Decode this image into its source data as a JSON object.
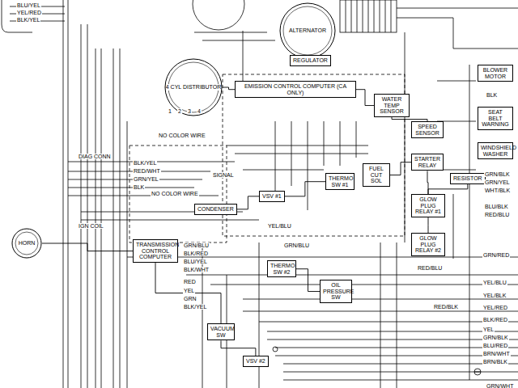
{
  "diagram": {
    "nodes": [
      {
        "text": [
          "ALTERNATOR"
        ]
      },
      {
        "text": [
          "REGULATOR"
        ]
      },
      {
        "text": [
          "4 CYL DISTRIBUTOR"
        ]
      },
      {
        "text": [
          "EMISSION CONTROL COMPUTER (CA ONLY)"
        ]
      },
      {
        "text": [
          "WATER TEMP SENSOR"
        ]
      },
      {
        "text": [
          "SPEED SENSOR"
        ]
      },
      {
        "text": [
          "STARTER RELAY"
        ]
      },
      {
        "text": [
          "GLOW PLUG RELAY #1"
        ]
      },
      {
        "text": [
          "GLOW PLUG RELAY #2"
        ]
      },
      {
        "text": [
          "RESISTOR"
        ]
      },
      {
        "text": [
          "BLOWER MOTOR"
        ]
      },
      {
        "text": [
          "SEAT BELT WARNING"
        ]
      },
      {
        "text": [
          "WINDSHIELD WASHER"
        ]
      },
      {
        "text": [
          "HORN"
        ]
      },
      {
        "text": [
          "CONDENSER"
        ]
      },
      {
        "text": [
          "VSV #1"
        ]
      },
      {
        "text": [
          "FUEL CUT SOL"
        ]
      },
      {
        "text": [
          "THERMO SW #1"
        ]
      },
      {
        "text": [
          "TRANSMISSION CONTROL COMPUTER"
        ]
      },
      {
        "text": [
          "VSV #2"
        ]
      },
      {
        "text": [
          "VACUUM SW"
        ]
      },
      {
        "text": [
          "THERMO SW #2"
        ]
      },
      {
        "text": [
          "OIL PRESSURE SW"
        ]
      }
    ],
    "edges": [
      {
        "from": 0,
        "to": 1,
        "arrow": "none"
      },
      {
        "from": 2,
        "to": 3,
        "arrow": "none"
      },
      {
        "from": 3,
        "to": 4,
        "arrow": "none"
      },
      {
        "from": 4,
        "to": 5,
        "arrow": "none"
      },
      {
        "from": 16,
        "to": 6,
        "arrow": "none"
      },
      {
        "from": 6,
        "to": 7,
        "arrow": "none"
      },
      {
        "from": 7,
        "to": 9,
        "arrow": "none"
      },
      {
        "from": 7,
        "to": 8,
        "arrow": "none"
      },
      {
        "from": 14,
        "to": 15,
        "arrow": "none"
      },
      {
        "from": 15,
        "to": 17,
        "arrow": "none"
      },
      {
        "from": 13,
        "to": 18,
        "arrow": "none"
      },
      {
        "from": 18,
        "to": 20,
        "arrow": "none"
      },
      {
        "from": 20,
        "to": 19,
        "arrow": "none"
      },
      {
        "from": 21,
        "to": 22,
        "arrow": "none"
      }
    ],
    "labels": [
      "BLU/YEL",
      "YEL/RED",
      "BLK/YEL",
      "1",
      "2",
      "3",
      "4",
      "NO COLOR WIRE",
      "NO COLOR WIRE",
      "DIAG CONN",
      "SIGNAL",
      "IGN COIL",
      "BLK/YEL",
      "RED/WHT",
      "GRN/YEL",
      "BLK",
      "YEL/BLU",
      "GRN/BLU",
      "BLK",
      "GRN/BLK",
      "GRN/YEL",
      "WHT/BLK",
      "BLU/BLK",
      "RED/BLU",
      "GRN/RED",
      "YEL/BLU",
      "YEL/BLK",
      "YEL/RED",
      "BLK/RED",
      "YEL",
      "GRN/BLK",
      "BLU/RED",
      "BRN/WHT",
      "BRN/BLK",
      "GRN/WHT",
      "RED/BLU",
      "RED/BLK",
      "GRN/BLU",
      "BLK/RED",
      "BLU/YEL",
      "BLK/WHT",
      "RED",
      "YEL",
      "GRN",
      "BLK/YEL"
    ]
  }
}
